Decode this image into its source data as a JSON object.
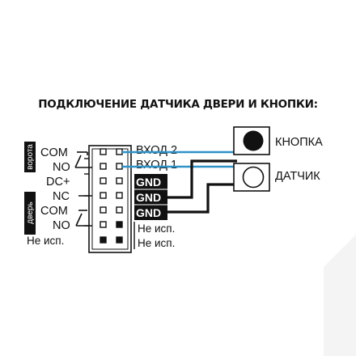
{
  "title": "ПОДКЛЮЧЕНИЕ ДАТЧИКА ДВЕРИ И КНОПКИ:",
  "left_group_gate": {
    "label": "ворота",
    "pins": [
      "COM",
      "NO"
    ]
  },
  "left_middle_pins": [
    "DC+"
  ],
  "left_group_door": {
    "label": "дверь",
    "pins": [
      "NC",
      "COM",
      "NO"
    ]
  },
  "left_unused": "Не исп.",
  "right_pins": {
    "input2": "ВХОД 2",
    "input1": "ВХОД 1",
    "gnd": [
      "GND",
      "GND",
      "GND"
    ],
    "unused": [
      "Не исп.",
      "Не исп."
    ]
  },
  "devices": {
    "button": "КНОПКА",
    "sensor": "ДАТЧИК"
  },
  "colors": {
    "signal_wire": "#2e93c8",
    "ground_wire": "#111111",
    "label_fill": "#111111"
  }
}
